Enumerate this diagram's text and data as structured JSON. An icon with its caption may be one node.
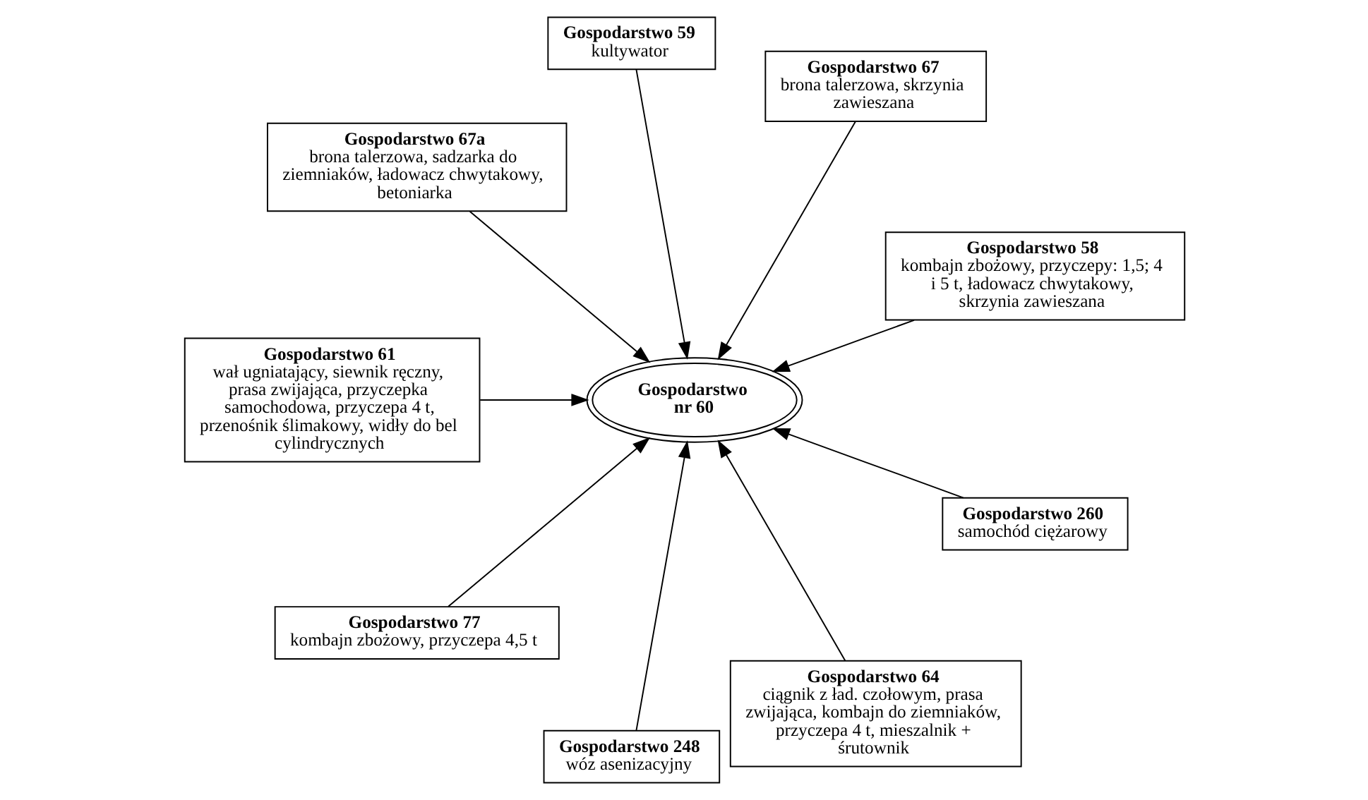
{
  "diagram": {
    "nodes": [
      {
        "text": [
          "Gospodarstwo 58",
          "kombajn zbożowy, przyczepy: 1,5; 4 i 5 t, ładowacz chwytakowy, skrzynia zawieszana"
        ]
      },
      {
        "text": [
          "Gospodarstwo 67",
          "brona talerzowa, skrzynia zawieszana"
        ]
      },
      {
        "text": [
          "Gospodarstwo 59",
          "kultywator"
        ]
      },
      {
        "text": [
          "Gospodarstwo 67a",
          "brona talerzowa, sadzarka do ziemniaków, ładowacz chwytakowy, betoniarka"
        ]
      },
      {
        "text": [
          "Gospodarstwo 61",
          "wał ugniatający, siewnik ręczny, prasa zwijająca, przyczepka samochodowa, przyczepa 4 t, przenośnik ślimakowy, widły do bel cylindrycznych"
        ]
      },
      {
        "text": [
          "Gospodarstwo nr 60"
        ]
      },
      {
        "text": [
          "Gospodarstwo 77",
          "kombajn zbożowy, przyczepa 4,5 t"
        ]
      },
      {
        "text": [
          "Gospodarstwo 248",
          "wóz asenizacyjny"
        ]
      },
      {
        "text": [
          "Gospodarstwo 64",
          "ciągnik z ład. czołowym, prasa zwijająca, kombajn do ziemniaków, przyczepa 4 t, mieszalnik + śrutownik"
        ]
      },
      {
        "text": [
          "Gospodarstwo 260",
          "samochód ciężarowy"
        ]
      }
    ],
    "edges": [
      {
        "from": 0,
        "to": 5,
        "arrow": "to"
      },
      {
        "from": 1,
        "to": 5,
        "arrow": "to"
      },
      {
        "from": 2,
        "to": 5,
        "arrow": "to"
      },
      {
        "from": 3,
        "to": 5,
        "arrow": "to"
      },
      {
        "from": 4,
        "to": 5,
        "arrow": "to"
      },
      {
        "from": 6,
        "to": 5,
        "arrow": "to"
      },
      {
        "from": 7,
        "to": 5,
        "arrow": "to"
      },
      {
        "from": 8,
        "to": 5,
        "arrow": "to"
      },
      {
        "from": 9,
        "to": 5,
        "arrow": "to"
      }
    ]
  }
}
